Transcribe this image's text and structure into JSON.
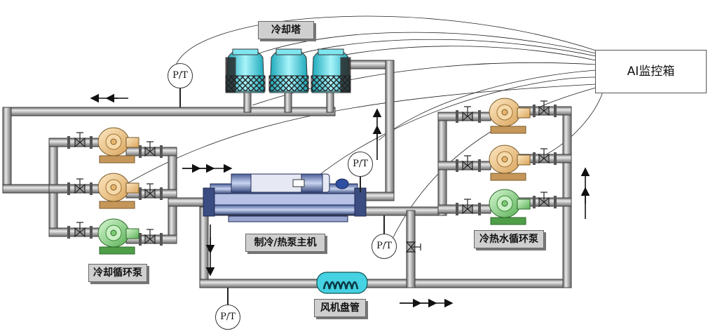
{
  "labels": {
    "cooling_tower": "冷却塔",
    "ai_box": "AI监控箱",
    "host": "制冷/热泵主机",
    "cooling_pump": "冷却循环泵",
    "hvac_pump": "冷热水循环泵",
    "fan_coil": "风机盘管"
  },
  "sensors": {
    "pt": "P/T"
  },
  "colors": {
    "pipe": "#8c8c8c",
    "tower": "#3ad7e6",
    "pump_orange": "#f2c88a",
    "pump_green": "#9fe09a",
    "label_bg": "#cfcfcf"
  }
}
